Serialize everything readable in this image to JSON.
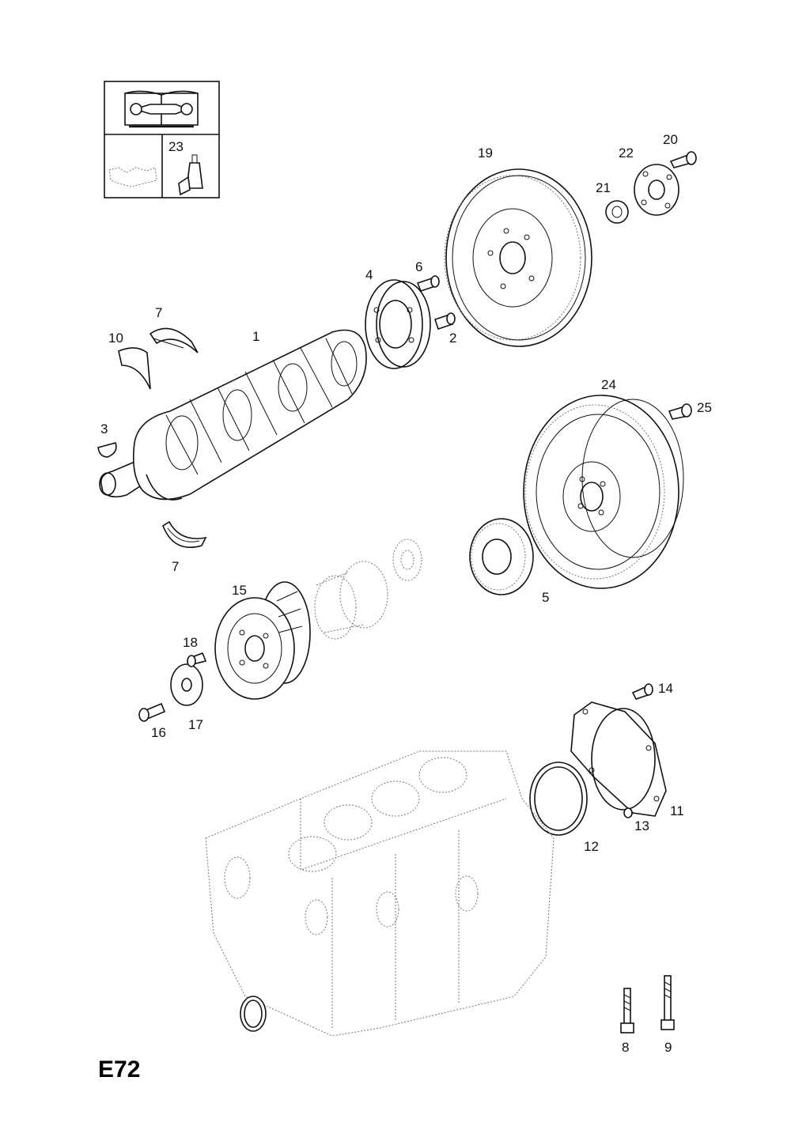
{
  "diagram": {
    "code": "E72",
    "legend_box": {
      "book_icon": "manual-wrench-book-icon",
      "sealant_icon": "sealant-gasket-icon",
      "tube_icon": "sealant-tube-icon",
      "tube_label": "23"
    },
    "callouts": {
      "c1": "1",
      "c2": "2",
      "c3": "3",
      "c4": "4",
      "c5": "5",
      "c6": "6",
      "c7a": "7",
      "c7b": "7",
      "c8": "8",
      "c9": "9",
      "c10": "10",
      "c11": "11",
      "c12": "12",
      "c13": "13",
      "c14": "14",
      "c15": "15",
      "c16": "16",
      "c17": "17",
      "c18": "18",
      "c19": "19",
      "c20": "20",
      "c21": "21",
      "c22": "22",
      "c24": "24",
      "c25": "25"
    }
  }
}
